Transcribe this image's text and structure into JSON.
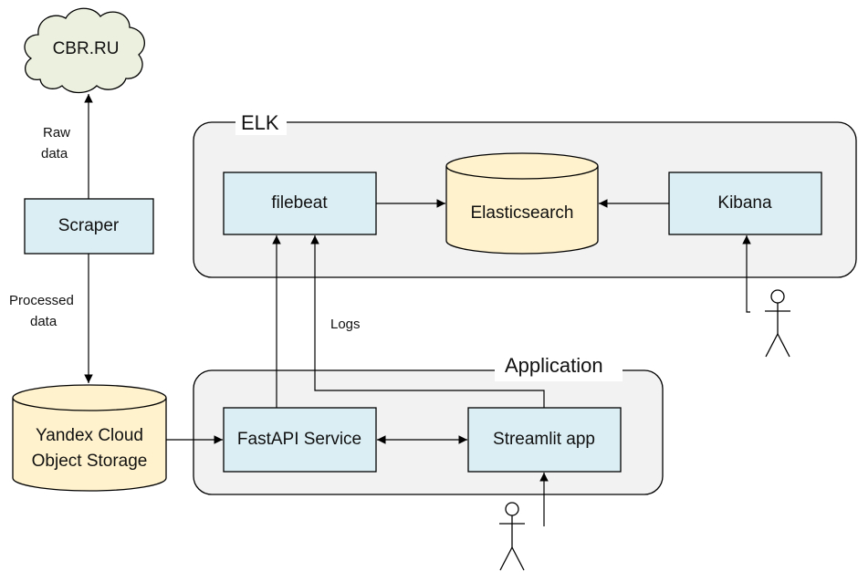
{
  "nodes": {
    "cbr": "CBR.RU",
    "scraper": "Scraper",
    "storage_line1": "Yandex Cloud",
    "storage_line2": "Object Storage",
    "filebeat": "filebeat",
    "elasticsearch": "Elasticsearch",
    "kibana": "Kibana",
    "fastapi": "FastAPI Service",
    "streamlit": "Streamlit app"
  },
  "groups": {
    "elk": "ELK",
    "application": "Application"
  },
  "edges": {
    "raw_line1": "Raw",
    "raw_line2": "data",
    "processed_line1": "Processed",
    "processed_line2": "data",
    "logs": "Logs"
  },
  "colors": {
    "box_fill": "#dbeef4",
    "cylinder_fill": "#fff2cc",
    "cloud_fill": "#ebf1de",
    "group_fill": "#f2f2f2",
    "stroke": "#000000"
  }
}
